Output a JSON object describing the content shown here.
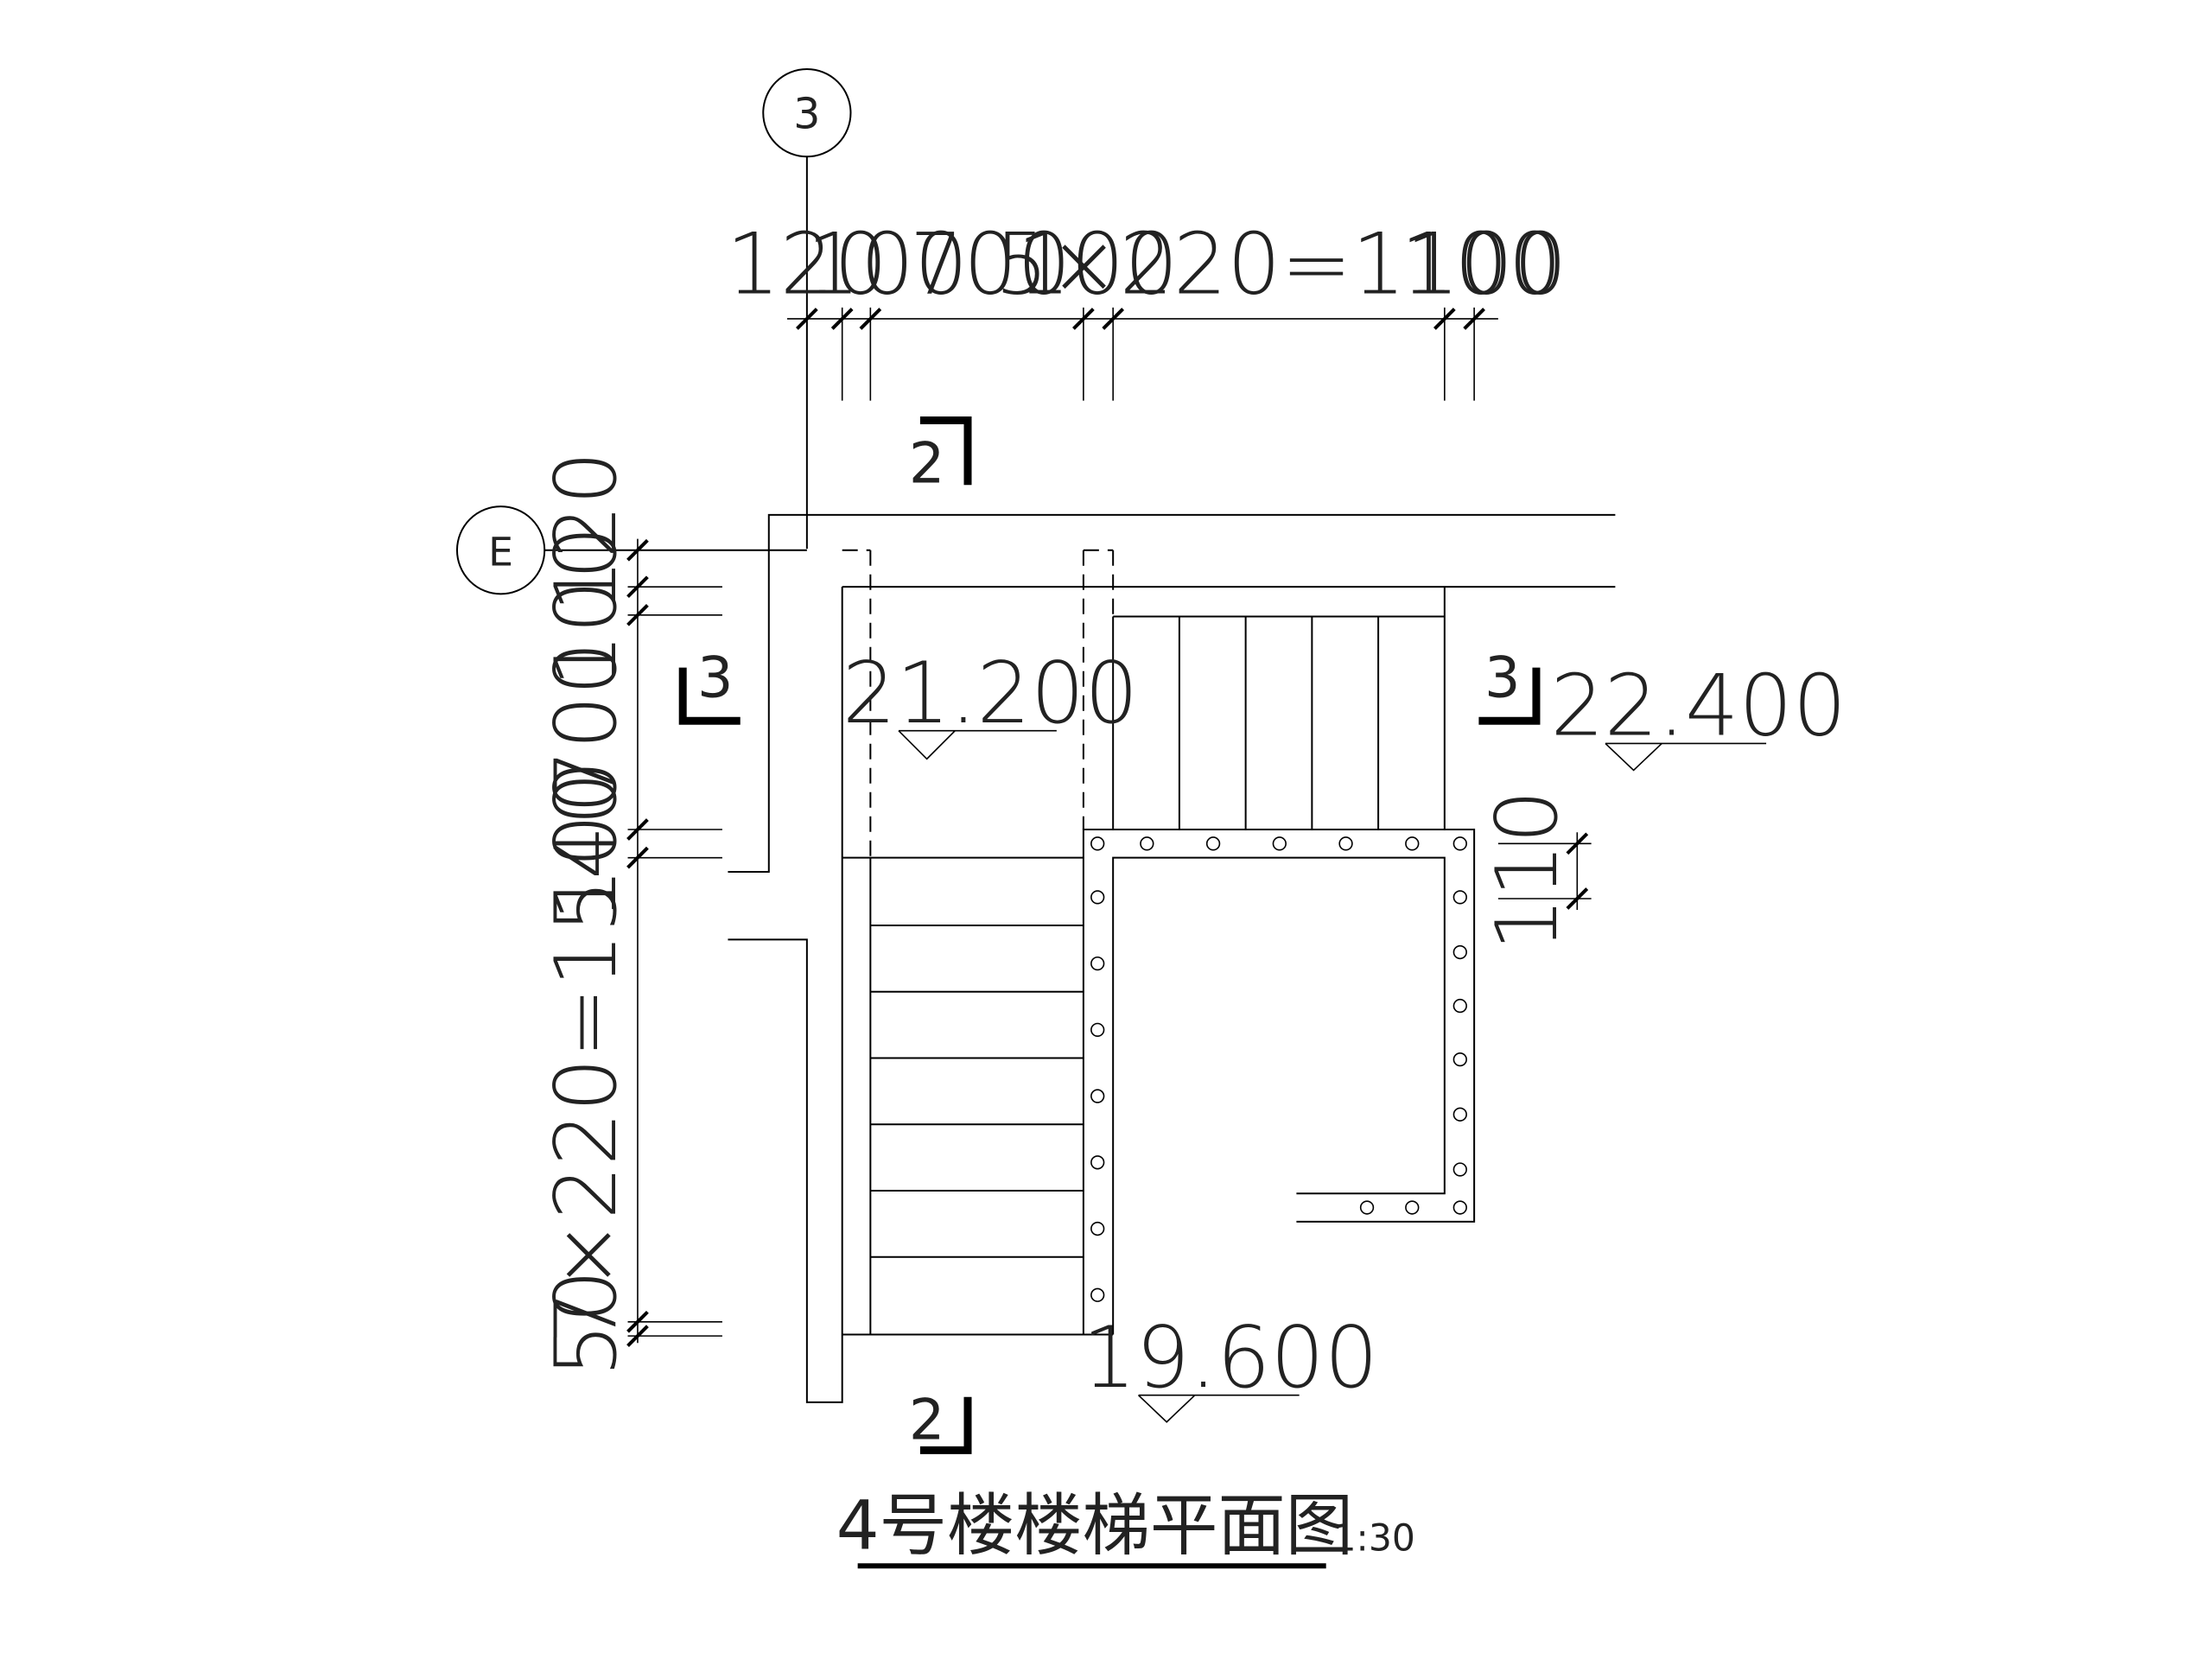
{
  "drawing": {
    "title": "4号楼楼梯平面图",
    "scale": "1:30"
  },
  "axes": {
    "vertical_axis_label": "3",
    "horizontal_axis_label": "E"
  },
  "dimensions": {
    "horizontal": [
      "120",
      "100",
      "700",
      "100",
      "5×220=1100",
      "100"
    ],
    "vertical": [
      "120",
      "100",
      "700",
      "100",
      "7×220=1540",
      "50"
    ],
    "step_detail": "110"
  },
  "elevations": {
    "landing": "21.200",
    "upper_floor": "22.400",
    "lower_floor": "19.600"
  },
  "sections": {
    "horizontal_cut": "2",
    "vertical_cut": "3"
  }
}
